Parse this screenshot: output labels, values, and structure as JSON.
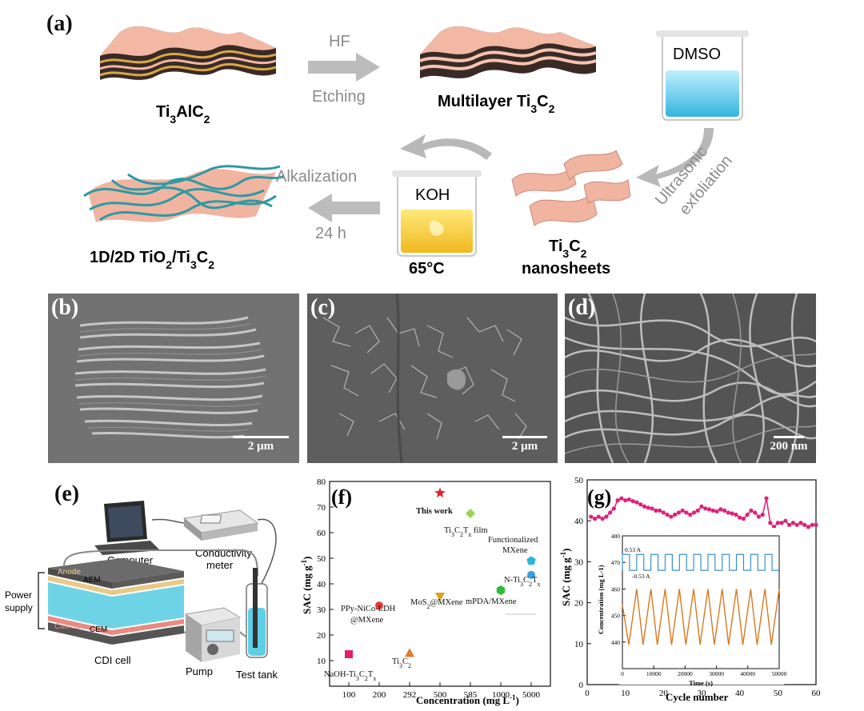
{
  "panel_a": {
    "label": "(a)",
    "ti3alc2": "Ti3AlC2",
    "hf": "HF",
    "etching": "Etching",
    "multilayer": "Multilayer Ti3C2",
    "dmso": "DMSO",
    "ultrasonic": "Ultrasonic",
    "exfoliation": "exfoliation",
    "nanosheets_line1": "Ti3C2",
    "nanosheets_line2": "nanosheets",
    "koh": "KOH",
    "temp": "65°C",
    "alkalization": "Alkalization",
    "time": "24 h",
    "product": "1D/2D TiO2/Ti3C2"
  },
  "panel_b": {
    "label": "(b)",
    "scale": "2 μm"
  },
  "panel_c": {
    "label": "(c)",
    "scale": "2 μm"
  },
  "panel_d": {
    "label": "(d)",
    "scale": "200 nm"
  },
  "panel_e": {
    "label": "(e)",
    "computer": "Computer",
    "conductivity_line1": "Conductivity",
    "conductivity_line2": "meter",
    "anode": "Anode",
    "aem": "AEM",
    "cathode": "Cathode",
    "cem": "CEM",
    "power_line1": "Power",
    "power_line2": "supply",
    "cdi": "CDI cell",
    "pump": "Pump",
    "tank": "Test tank"
  },
  "chart_data": [
    {
      "type": "scatter",
      "panel": "(f)",
      "xlabel": "Concentration (mg L-1)",
      "ylabel": "SAC (mg g-1)",
      "ylim": [
        0,
        80
      ],
      "categories": [
        "100",
        "200",
        "292",
        "500",
        "585",
        "1000",
        "5000"
      ],
      "yticks": [
        10,
        20,
        30,
        40,
        50,
        60,
        70,
        80
      ],
      "points": [
        {
          "name": "This work",
          "x": "500",
          "y": 75.5,
          "marker": "star",
          "color": "#e0202a"
        },
        {
          "name": "Ti3C2Tx film",
          "x": "585",
          "y": 67.5,
          "marker": "diamond",
          "color": "#9bd34a"
        },
        {
          "name": "Functionalized MXene",
          "x": "5000",
          "y": 49,
          "marker": "pentagon",
          "color": "#27b6dc"
        },
        {
          "name": "N-Ti3C2Tx",
          "x": "5000",
          "y": 43.5,
          "marker": "circle",
          "color": "#3b9ee0"
        },
        {
          "name": "mPDA/MXene",
          "x": "1000",
          "y": 37.5,
          "marker": "hexagon",
          "color": "#2dbb3a"
        },
        {
          "name": "MoS2@MXene",
          "x": "500",
          "y": 35,
          "marker": "triangle-down",
          "color": "#d9a21c"
        },
        {
          "name": "PPy-NiCo-LDH @MXene",
          "x": "200",
          "y": 31.5,
          "marker": "circle",
          "color": "#e13b3b"
        },
        {
          "name": "Ti3C2",
          "x": "292",
          "y": 13,
          "marker": "triangle-up",
          "color": "#e07a2a"
        },
        {
          "name": "NaOH-Ti3C2Tx",
          "x": "100",
          "y": 12.5,
          "marker": "square",
          "color": "#e0206a"
        }
      ]
    },
    {
      "type": "line",
      "panel": "(g)",
      "xlabel": "Cycle number",
      "ylabel": "SAC (mg g-1)",
      "xlim": [
        0,
        60
      ],
      "ylim": [
        0,
        50
      ],
      "xticks": [
        0,
        10,
        20,
        30,
        40,
        50,
        60
      ],
      "yticks": [
        0,
        10,
        20,
        30,
        40,
        50
      ],
      "color": "#e0207a",
      "x": [
        1,
        2,
        3,
        4,
        5,
        6,
        7,
        8,
        9,
        10,
        11,
        12,
        13,
        14,
        15,
        16,
        17,
        18,
        19,
        20,
        21,
        22,
        23,
        24,
        25,
        26,
        27,
        28,
        29,
        30,
        31,
        32,
        33,
        34,
        35,
        36,
        37,
        38,
        39,
        40,
        41,
        42,
        43,
        44,
        45,
        46,
        47,
        48,
        49,
        50,
        51,
        52,
        53,
        54,
        55,
        56,
        57,
        58,
        59,
        60
      ],
      "y": [
        41,
        40.5,
        41,
        40.5,
        41,
        42,
        43,
        45,
        45.5,
        45,
        45.2,
        44.8,
        44.5,
        44,
        43.5,
        43.2,
        43,
        42.5,
        42.5,
        42,
        41.5,
        41,
        41.5,
        42,
        42.5,
        42,
        41.5,
        42,
        42.5,
        43.5,
        43,
        42.8,
        42.5,
        42.3,
        42.8,
        42.5,
        42,
        41.8,
        41.5,
        40.8,
        40.5,
        41.5,
        42.5,
        42,
        41,
        41.5,
        45.5,
        39.5,
        38.5,
        39.5,
        39.5,
        40,
        39,
        39.5,
        39,
        39.5,
        39,
        38.5,
        39,
        39
      ]
    },
    {
      "type": "line",
      "panel": "(g) inset",
      "xlabel": "Time (s)",
      "ylabel": "Concentration (mg L-1)",
      "xlim": [
        0,
        50000
      ],
      "ylim": [
        430,
        480
      ],
      "xticks": [
        0,
        10000,
        20000,
        30000,
        40000,
        50000
      ],
      "yticks": [
        440,
        450,
        460,
        470,
        480
      ],
      "current_high": "0.53 A",
      "current_low": "-0.53 A",
      "current_color": "#3b8fd1",
      "conc_color": "#d9791f",
      "cycles": 11,
      "conc_max": 460,
      "conc_min": 439
    }
  ]
}
